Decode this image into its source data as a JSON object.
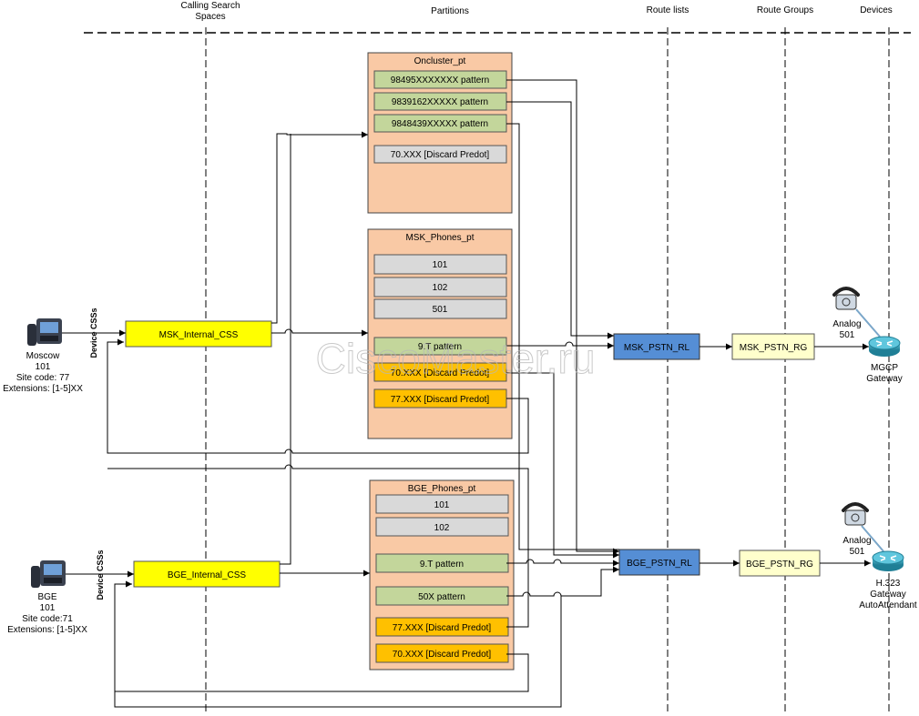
{
  "columns": {
    "css_line1": "Calling Search",
    "css_line2": "Spaces",
    "partitions": "Partitions",
    "route_lists": "Route lists",
    "route_groups": "Route Groups",
    "devices": "Devices"
  },
  "watermark": "CiscoMaster.ru",
  "oncluster": {
    "title": "Oncluster_pt",
    "rows": [
      "98495XXXXXXX pattern",
      "9839162XXXXX pattern",
      "9848439XXXXX pattern",
      "70.XXX [Discard Predot]"
    ]
  },
  "msk_phones": {
    "title": "MSK_Phones_pt",
    "rows": [
      "101",
      "102",
      "501",
      "9.T pattern",
      "70.XXX [Discard Predot]",
      "77.XXX [Discard Predot]"
    ]
  },
  "bge_phones": {
    "title": "BGE_Phones_pt",
    "rows": [
      "101",
      "102",
      "9.T pattern",
      "50X pattern",
      "77.XXX [Discard Predot]",
      "70.XXX [Discard Predot]"
    ]
  },
  "css": {
    "msk": "MSK_Internal_CSS",
    "bge": "BGE_Internal_CSS",
    "device_css_label": "Device CSSs"
  },
  "route_lists": {
    "msk": "MSK_PSTN_RL",
    "bge": "BGE_PSTN_RL"
  },
  "route_groups": {
    "msk": "MSK_PSTN_RG",
    "bge": "BGE_PSTN_RG"
  },
  "phones": {
    "moscow": [
      "Moscow",
      "101",
      "Site code: 77",
      "Extensions: [1-5]XX"
    ],
    "bge": [
      "BGE",
      "101",
      "Site code:71",
      "Extensions: [1-5]XX"
    ]
  },
  "analog": {
    "msk": [
      "Analog",
      "501"
    ],
    "bge": [
      "Analog",
      "501"
    ]
  },
  "gateways": {
    "mgcp": [
      "MGCP",
      "Gateway"
    ],
    "h323": [
      "H.323",
      "Gateway",
      "AutoAttendant"
    ]
  },
  "colors": {
    "partition_bg": "#f9c9a5",
    "pattern_green": "#c3d69b",
    "pattern_gray": "#d9d9d9",
    "pattern_orange": "#ffc000",
    "css_yellow": "#ffff00",
    "route_list_blue": "#558ed5",
    "route_group_yellow": "#ffffcc",
    "router_teal": "#2a9db5"
  },
  "icons": [
    "ip-phone-icon",
    "analog-phone-icon",
    "router-icon"
  ]
}
